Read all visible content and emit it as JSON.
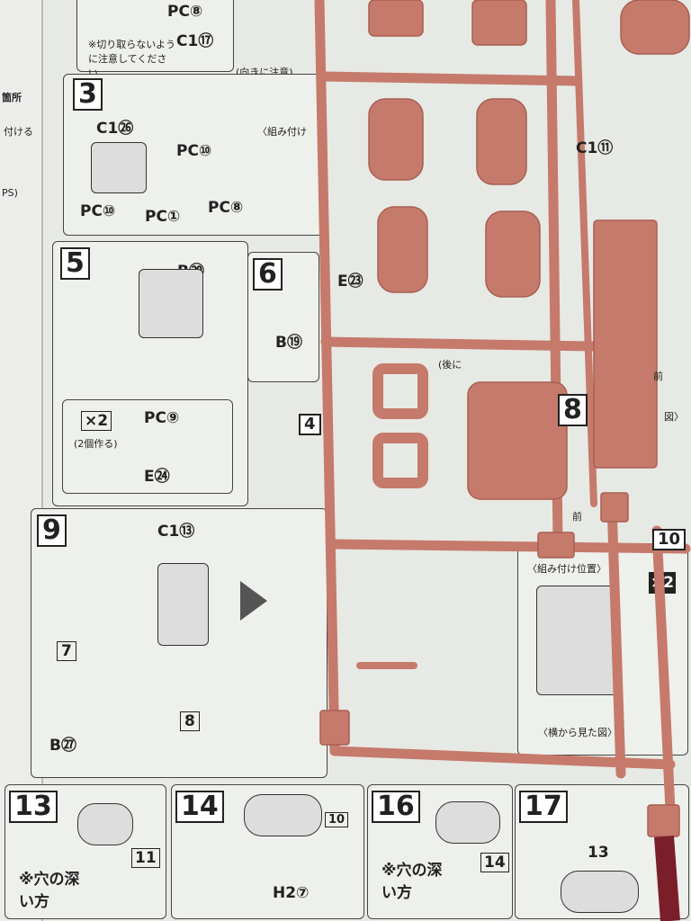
{
  "left_page": {
    "text1": "箇所",
    "text2": "付ける",
    "text3": "PS)"
  },
  "top": {
    "pc8": "PC⑧",
    "c17": "C1⑰",
    "note": "※切り取らないように注意してください。",
    "note2": "(向きに注意)"
  },
  "step3": {
    "number": "3",
    "c1": "C1㉖",
    "pc10a": "PC⑩",
    "pc10b": "PC⑩",
    "pc1": "PC①",
    "pc8": "PC⑧",
    "assembly": "〈組み付け"
  },
  "c1_11": "C1⑪",
  "step5": {
    "number": "5",
    "b": "B⑳",
    "times": "×2",
    "make_two": "(2個作る)",
    "pc9": "PC⑨",
    "e": "E㉔"
  },
  "step6": {
    "number": "6",
    "b": "B⑲",
    "e": "E㉓",
    "back": "(後に"
  },
  "step4": {
    "number": "4"
  },
  "step8": {
    "number": "8",
    "front": "前",
    "front2": "前",
    "view": "図〉"
  },
  "step9": {
    "number": "9",
    "c1": "C1⑬",
    "ref7": "7",
    "ref8": "8",
    "b": "B㉗"
  },
  "step10": {
    "number": "10",
    "times": "×2",
    "position": "〈組み付け位置〉",
    "side_view": "〈横から見た図〉"
  },
  "step13": {
    "number": "13",
    "ref": "11",
    "note": "※穴の深い方"
  },
  "step14": {
    "number": "14",
    "ref": "10",
    "h2": "H2⑦"
  },
  "step16": {
    "number": "16",
    "ref": "14",
    "note": "※穴の深い方"
  },
  "step17": {
    "number": "17",
    "ref": "13"
  },
  "colors": {
    "runner": "#c57a6b",
    "runner_shadow": "#a85f52",
    "paper": "#e7e9e4",
    "ink": "#222222"
  }
}
